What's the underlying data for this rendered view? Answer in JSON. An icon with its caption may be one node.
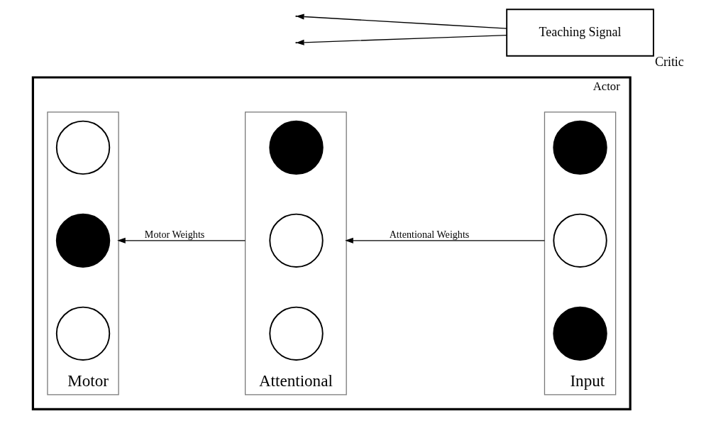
{
  "diagram": {
    "nodes": [
      {
        "text": [
          "Actor"
        ]
      },
      {
        "text": [
          "Motor"
        ],
        "in": 0
      },
      {
        "text": [],
        "shape": "circle",
        "in": 1
      },
      {
        "text": [],
        "shape": "circle",
        "in": 1
      },
      {
        "text": [],
        "shape": "circle",
        "in": 1
      },
      {
        "text": [
          "Attentional"
        ],
        "in": 0
      },
      {
        "text": [],
        "shape": "circle",
        "in": 5
      },
      {
        "text": [],
        "shape": "circle",
        "in": 5
      },
      {
        "text": [],
        "shape": "circle",
        "in": 5
      },
      {
        "text": [
          "Input"
        ],
        "in": 0
      },
      {
        "text": [],
        "shape": "circle",
        "in": 9
      },
      {
        "text": [],
        "shape": "circle",
        "in": 9
      },
      {
        "text": [],
        "shape": "circle",
        "in": 9
      },
      {
        "text": [
          "Critic",
          "Teaching Signal"
        ]
      }
    ],
    "edges": [
      {
        "from": 9,
        "to": 5,
        "arrow": "to",
        "label": "Attentional Weights"
      },
      {
        "from": 5,
        "to": 1,
        "arrow": "to",
        "label": "Motor Weights"
      },
      {
        "from": 13,
        "to": null,
        "arrow": "to"
      },
      {
        "from": 13,
        "to": null,
        "arrow": "to"
      }
    ]
  }
}
